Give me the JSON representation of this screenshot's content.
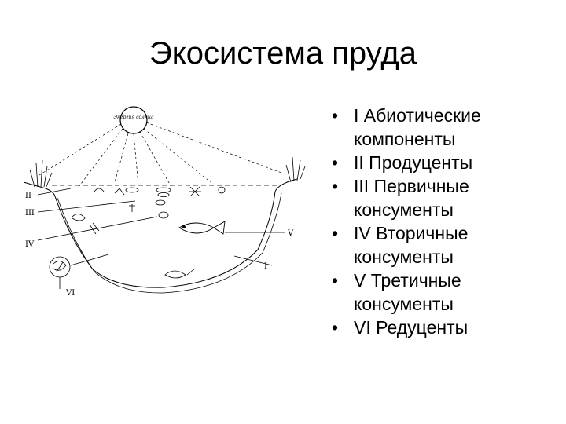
{
  "slide": {
    "title": "Экосистема пруда"
  },
  "diagram": {
    "sun_label": "Энергия солнца",
    "markers": [
      "II",
      "III",
      "IV",
      "V",
      "I",
      "VI"
    ]
  },
  "legend": {
    "items": [
      "I Абиотические компоненты",
      "II Продуценты",
      "III Первичные консументы",
      "IV Вторичные консументы",
      "V Третичные консументы",
      "VI Редуценты"
    ]
  }
}
